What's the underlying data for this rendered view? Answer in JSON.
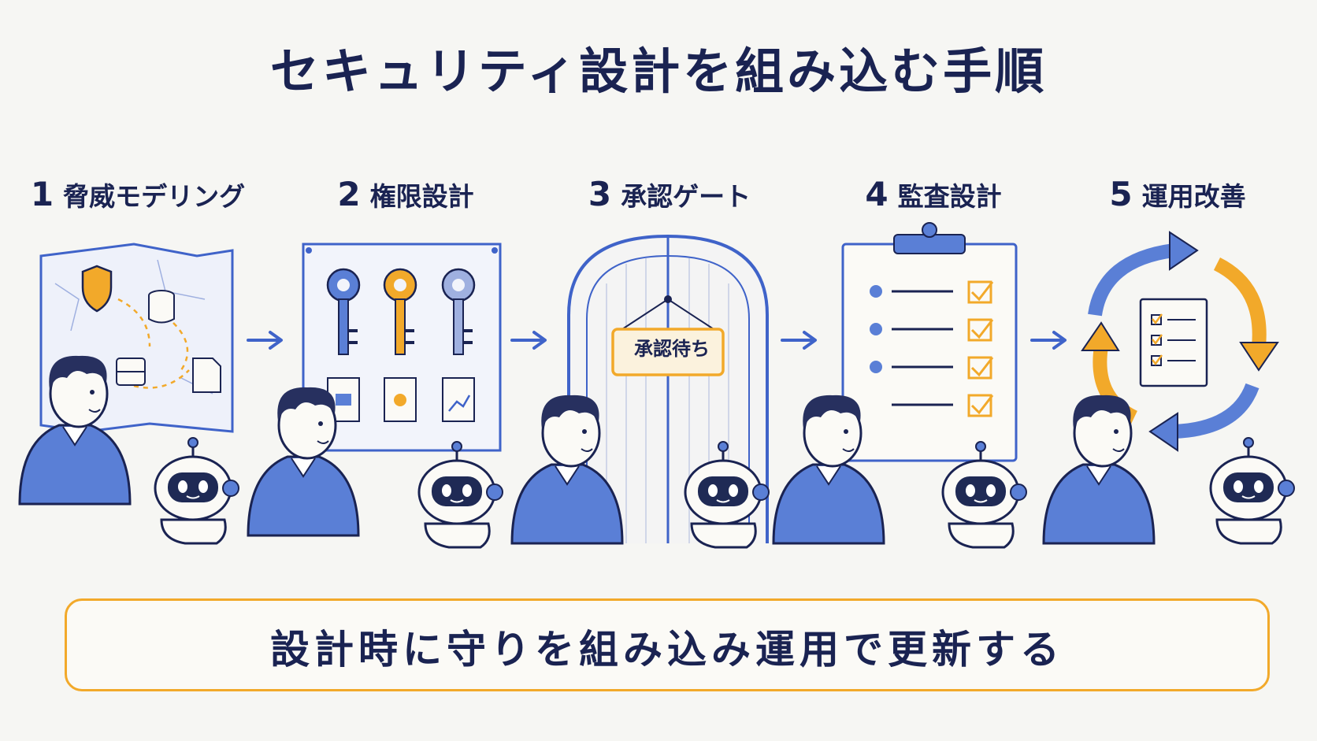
{
  "title": "セキュリティ設計を組み込む手順",
  "steps": [
    {
      "number": "1",
      "label": "脅威モデリング",
      "icon": "threat-map-icon"
    },
    {
      "number": "2",
      "label": "権限設計",
      "icon": "keys-board-icon"
    },
    {
      "number": "3",
      "label": "承認ゲート",
      "icon": "gate-icon"
    },
    {
      "number": "4",
      "label": "監査設計",
      "icon": "clipboard-checklist-icon"
    },
    {
      "number": "5",
      "label": "運用改善",
      "icon": "cycle-arrows-icon"
    }
  ],
  "gate_sign": "承認待ち",
  "footer": "設計時に守りを組み込み運用で更新する",
  "colors": {
    "navy": "#1a2352",
    "blue": "#3f63c9",
    "orange": "#f2a92a",
    "background": "#f6f6f3"
  }
}
